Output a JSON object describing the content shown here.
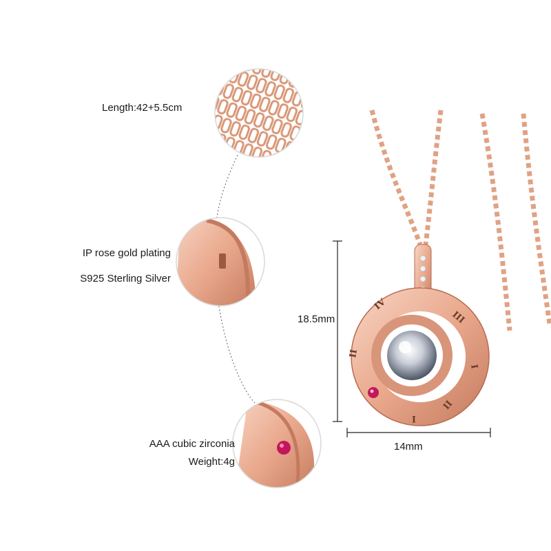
{
  "specs": {
    "length": "Length:42+5.5cm",
    "plating": "IP rose gold plating",
    "material": "S925 Sterling Silver",
    "stone": "AAA cubic zirconia",
    "weight": "Weight:4g"
  },
  "dimensions": {
    "height": "18.5mm",
    "width": "14mm"
  },
  "pendant": {
    "numerals": [
      "II",
      "III",
      "I",
      "II",
      "I"
    ]
  },
  "colors": {
    "rose_gold": "#e9a88c",
    "rose_gold_dark": "#b86a50",
    "rose_gold_light": "#f8d5c4",
    "stone": "#c2185b",
    "text": "#1a1a1a"
  }
}
